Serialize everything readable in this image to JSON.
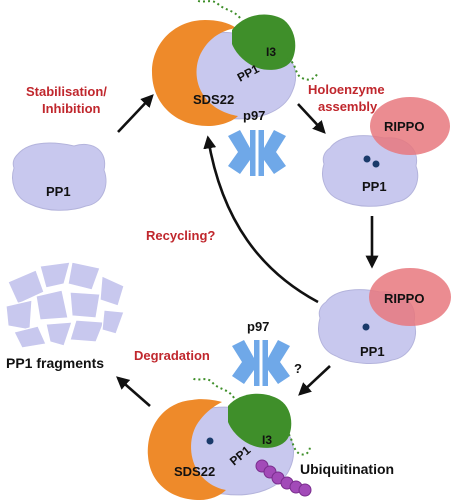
{
  "labels": {
    "pp1": "PP1",
    "sds22": "SDS22",
    "i3": "I3",
    "rippo": "RIPPO",
    "p97": "p97",
    "question": "?",
    "pp1_fragments": "PP1 fragments",
    "ubiquitination": "Ubiquitination"
  },
  "arrows": {
    "stabilisation_1": "Stabilisation/",
    "stabilisation_2": "Inhibition",
    "holoenzyme_1": "Holoenzyme",
    "holoenzyme_2": "assembly",
    "recycling": "Recycling?",
    "degradation": "Degradation"
  },
  "colors": {
    "pp1": "#c8c8ee",
    "sds22": "#ee8a2a",
    "i3": "#3f8f2a",
    "rippo": "#e8787e",
    "p97": "#6fa8e8",
    "ubiquitin": "#a24ab8",
    "arrow_label": "#c0272d"
  }
}
